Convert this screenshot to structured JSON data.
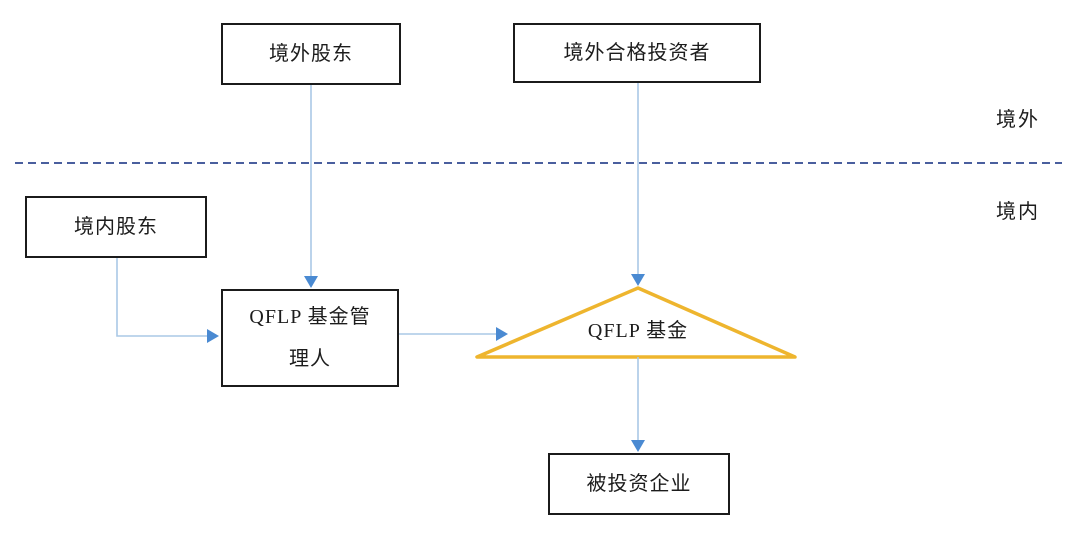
{
  "diagram": {
    "title": "QFLP structure diagram",
    "region_labels": {
      "overseas": "境外",
      "domestic": "境内"
    },
    "nodes": {
      "overseas_shareholder": {
        "label": "境外股东",
        "shape": "rect"
      },
      "qualified_investor": {
        "label": "境外合格投资者",
        "shape": "rect"
      },
      "domestic_shareholder": {
        "label": "境内股东",
        "shape": "rect"
      },
      "fund_manager": {
        "label": "QFLP 基金管理人",
        "lines": [
          "QFLP 基金管",
          "理人"
        ],
        "shape": "rect"
      },
      "fund": {
        "label": "QFLP 基金",
        "shape": "triangle"
      },
      "investee": {
        "label": "被投资企业",
        "shape": "rect"
      }
    },
    "edges": [
      {
        "from": "overseas_shareholder",
        "to": "fund_manager"
      },
      {
        "from": "qualified_investor",
        "to": "fund"
      },
      {
        "from": "domestic_shareholder",
        "to": "fund_manager"
      },
      {
        "from": "fund_manager",
        "to": "fund"
      },
      {
        "from": "fund",
        "to": "investee"
      }
    ],
    "colors": {
      "box_border": "#1b1b1b",
      "text": "#1c1c1c",
      "triangle_stroke": "#eeb52e",
      "connector_line": "#aac8e6",
      "connector_arrow": "#4a8ad2",
      "divider_line": "#4a5f9e",
      "background": "#ffffff"
    }
  }
}
